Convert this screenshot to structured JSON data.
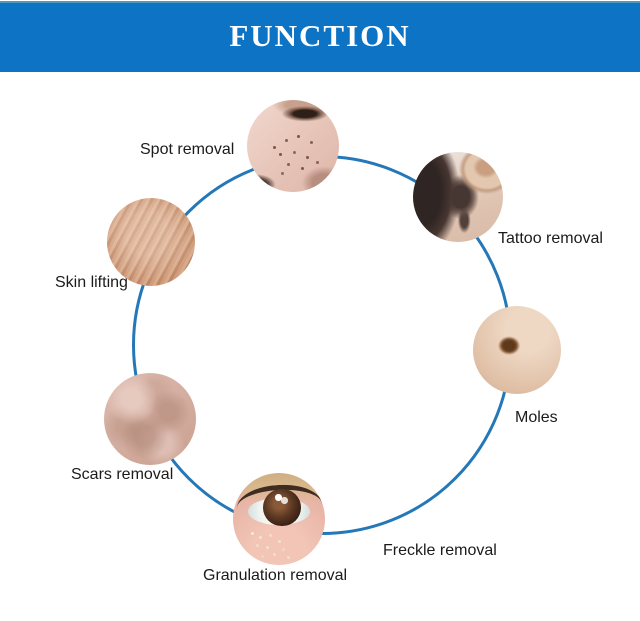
{
  "header": {
    "title": "FUNCTION",
    "banner_color": "#0d73c5",
    "title_color": "#ffffff"
  },
  "diagram": {
    "ring_color": "#2478b8",
    "items": [
      {
        "label": "Spot removal",
        "photo": "facial-spots-photo"
      },
      {
        "label": "Tattoo removal",
        "photo": "rose-tattoo-behind-ear-photo"
      },
      {
        "label": "Skin lifting",
        "photo": "wrinkled-skin-photo"
      },
      {
        "label": "Moles",
        "photo": "skin-mole-photo"
      },
      {
        "label": "Scars removal",
        "photo": "scarred-skin-photo"
      },
      {
        "label": "Freckle removal",
        "photo": "freckled-skin-photo"
      },
      {
        "label": "Granulation removal",
        "photo": "eye-granulation-photo"
      }
    ]
  }
}
